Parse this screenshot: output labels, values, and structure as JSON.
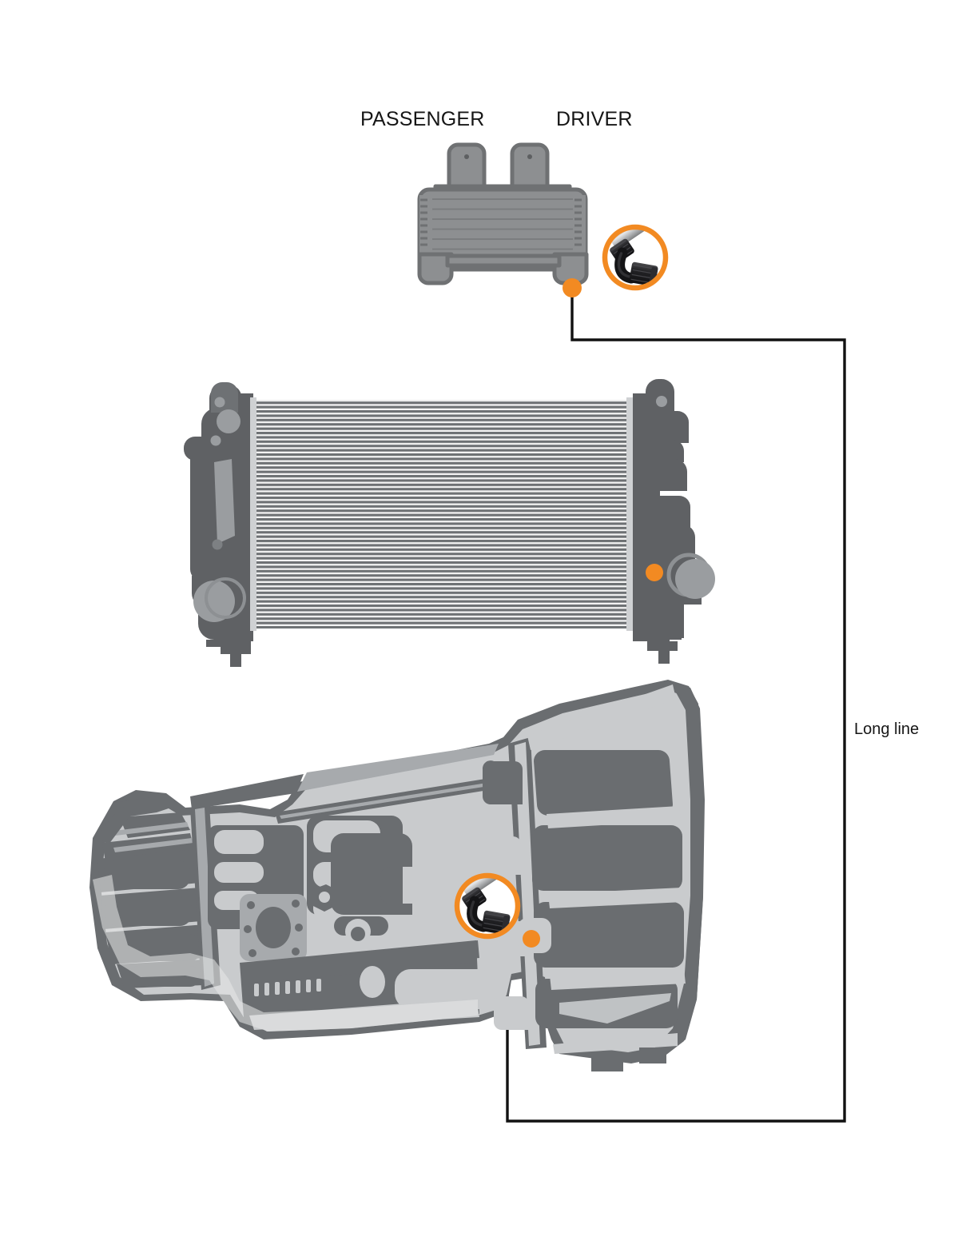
{
  "diagram": {
    "title": "Transmission Cooler Line Routing Diagram",
    "background_color": "#ffffff",
    "labels": {
      "passenger": "PASSENGER",
      "driver": "DRIVER",
      "long_line": "Long line"
    },
    "colors": {
      "accent_orange": "#F28A22",
      "callout_ring": "#F28A22",
      "leader_line": "#111111",
      "cooler_body": "#8d8d8d",
      "cooler_outline": "#6f6f6f",
      "intercooler_fin_dark": "#6e7174",
      "intercooler_fin_light": "#f2f2f2",
      "intercooler_tank": "#5f6164",
      "intercooler_bracket": "#9a9da0",
      "transmission_light": "#c9cbcd",
      "transmission_dark": "#6a6d70",
      "transmission_mid": "#a7aaad",
      "fitting_black": "#1c1c1e",
      "fitting_steel": "#c6c8ca"
    },
    "components": [
      {
        "name": "transmission-cooler",
        "label": "Transmission cooler (top)",
        "ports": [
          {
            "name": "driver-side-port",
            "marker": "orange-dot"
          }
        ]
      },
      {
        "name": "intercooler",
        "label": "Intercooler / heat exchanger (middle)",
        "ports": [
          {
            "name": "driver-side-port",
            "marker": "orange-dot"
          }
        ]
      },
      {
        "name": "transmission",
        "label": "Automatic transmission (bottom)",
        "ports": [
          {
            "name": "cooler-return-port",
            "marker": "orange-dot"
          }
        ]
      }
    ],
    "callouts": [
      {
        "name": "an-fitting-callout-cooler",
        "icon": "an-90-degree-hose-fitting",
        "description": "90 degree AN hose end fitting"
      },
      {
        "name": "an-fitting-callout-transmission",
        "icon": "an-90-degree-hose-fitting",
        "description": "90 degree AN hose end fitting"
      }
    ],
    "connections": [
      {
        "name": "long-line",
        "label": "Long line",
        "from": "transmission-cooler.driver-side-port",
        "to": "transmission.cooler-return-port"
      }
    ]
  }
}
